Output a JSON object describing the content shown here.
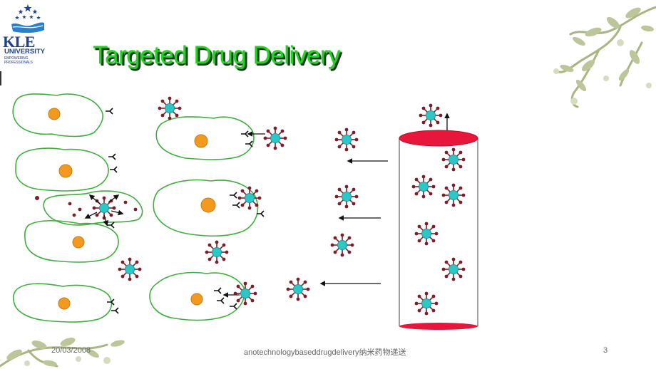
{
  "logo": {
    "name": "KLE",
    "subtitle": "UNIVERSITY",
    "tagline": "EMPOWERING PROFESSIONALS"
  },
  "slide": {
    "title": "Targeted Drug Delivery"
  },
  "footer": {
    "date": "20/03/2008",
    "center": "anotechnologybaseddrugdelivery纳米药物递送",
    "page": "3"
  },
  "colors": {
    "title_green": "#21d421",
    "cell_outline": "#3fae3f",
    "nucleus": "#f39a1e",
    "particle_core": "#2cc7c7",
    "particle_tip": "#7a1f2a",
    "vessel_red": "#e8163a",
    "logo_blue": "#1f3f8f",
    "vine_green": "#a9b583"
  },
  "diagram": {
    "icons": [
      "cell",
      "nucleus",
      "receptor-icon",
      "nanoparticle-icon",
      "blood-vessel",
      "arrow-icon"
    ]
  }
}
